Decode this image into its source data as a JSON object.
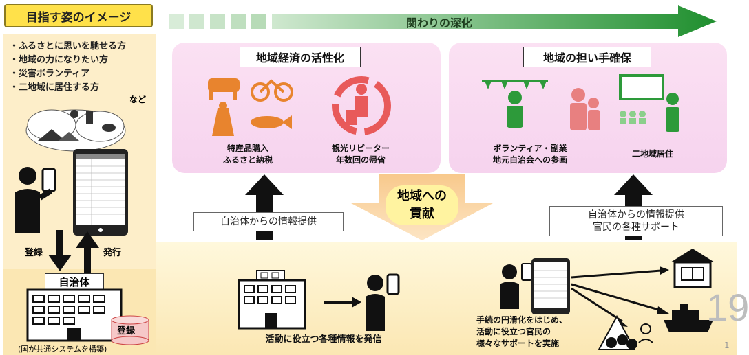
{
  "title": "目指す姿のイメージ",
  "progress_label": "関わりの深化",
  "left": {
    "bullets": [
      "ふるさとに思いを馳せる方",
      "地域の力になりたい方",
      "災害ボランティア",
      "二地域に居住する方"
    ],
    "nado": "など",
    "register": "登録",
    "issue": "発行",
    "gov": "自治体",
    "register_stamp": "登録",
    "footnote": "(国が共通システムを構築)"
  },
  "economy": {
    "title": "地域経済の活性化",
    "cap1": [
      "特産品購入",
      "ふるさと納税"
    ],
    "cap2": [
      "観光リピーター",
      "年数回の帰省"
    ]
  },
  "bearers": {
    "title": "地域の担い手確保",
    "cap1": [
      "ボランティア・副業",
      "地元自治会への参画"
    ],
    "cap2": "二地域居住"
  },
  "contribution": [
    "地域への",
    "貢献"
  ],
  "info_left": "自治体からの情報提供",
  "info_right": [
    "自治体からの情報提供",
    "官民の各種サポート"
  ],
  "bottom_mid": "活動に役立つ各種情報を発信",
  "bottom_right": [
    "手続の円滑化をはじめ、",
    "活動に役立つ官民の",
    "様々なサポートを実施"
  ],
  "page_big": "19",
  "page_small": "1",
  "colors": {
    "green": "#2d9a3a",
    "orange": "#e88a3a",
    "pink": "#f6d3ee",
    "yellow": "#ffe14a"
  }
}
